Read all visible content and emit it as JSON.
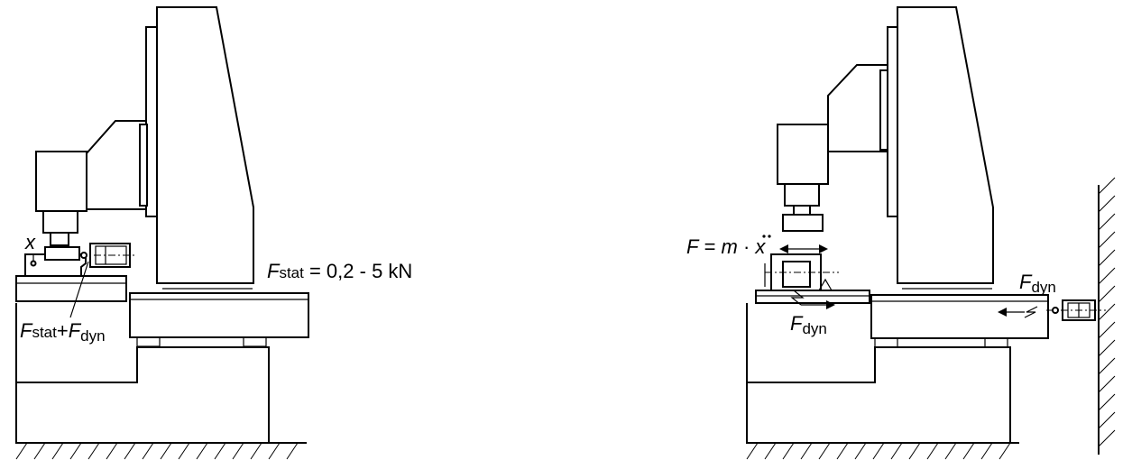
{
  "left_figure": {
    "x_label": "x",
    "force_sum": {
      "F1": "F",
      "sub1": "stat",
      "plus": "+",
      "F2": "F",
      "sub2": "dyn"
    },
    "static_force": {
      "F": "F",
      "sub": "stat",
      "value": " = 0,2 - 5 kN"
    }
  },
  "right_figure": {
    "inertia_force": {
      "F": "F",
      "eq": " = ",
      "m": "m",
      "dot": " · ",
      "x": "x"
    },
    "dyn_lower": {
      "F": "F",
      "sub": "dyn"
    },
    "dyn_upper": {
      "F": "F",
      "sub": "dyn"
    }
  }
}
